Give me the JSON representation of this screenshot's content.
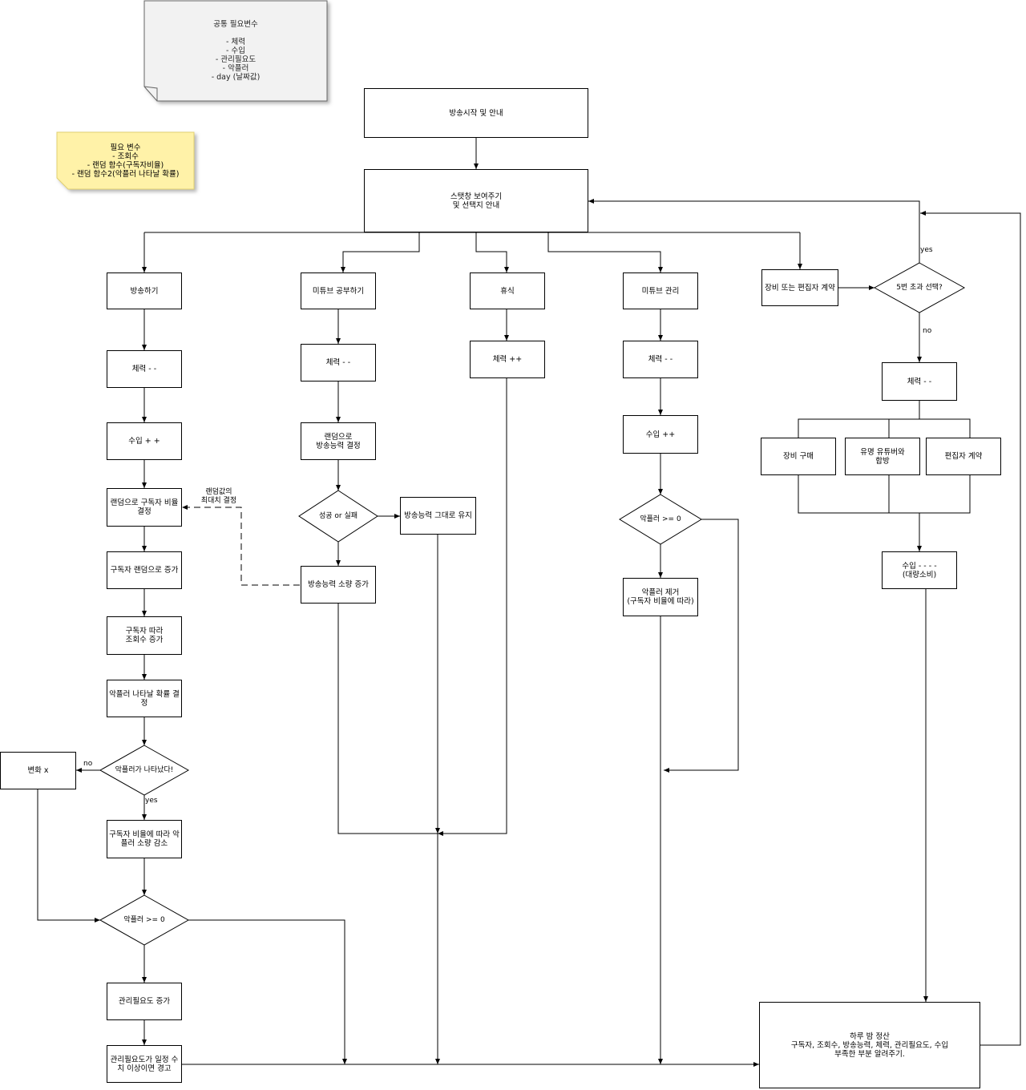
{
  "notes": {
    "common_vars": "공통 필요변수\n\n- 체력\n- 수입\n- 관리필요도\n- 악플러\n- day (날짜값)",
    "required_vars": "필요 변수\n- 조회수\n- 랜덤 함수(구독자비율)\n- 랜덤 함수2(악플러 나타날 확률)"
  },
  "nodes": {
    "start": "방송시작 및 안내",
    "status": "스탯창 보여주기\n및 선택지 안내",
    "broadcast": "방송하기",
    "b_stamina": "체력 - -",
    "b_income": "수입 + +",
    "b_ratio": "랜덤으로 구독자 비율\n결정",
    "b_subs": "구독자 랜덤으로 증가",
    "b_views": "구독자 따라\n조회수 증가",
    "b_hater_prob": "악플러 나타날 확률 결\n정",
    "no_change": "변화 x",
    "b_reduce": "구독자 비율에 따라 악\n플러 소량 감소",
    "b_manage_inc": "관리필요도 증가",
    "b_warn": "관리필요도가 일정 수\n치 이상이면 경고",
    "study": "미튜브 공부하기",
    "s_stamina": "체력 - -",
    "s_random": "랜덤으로\n방송능력 결정",
    "s_keep": "방송능력 그대로 유지",
    "s_increase": "방송능력 소량 증가",
    "rest": "휴식",
    "r_stamina": "체력 ++",
    "manage": "미튜브 관리",
    "m_stamina": "체력 - -",
    "m_income": "수입 ++",
    "m_remove": "악플러 제거\n(구독자 비율에 따라)",
    "contract": "장비 또는 편집자 계약",
    "c_stamina": "체력 - -",
    "c_equip": "장비 구매",
    "c_collab": "유명 유튜버와\n합방",
    "c_editor": "편집자 계약",
    "c_income": "수입 - - - -\n(대량소비)",
    "settle": "하루 밤 정산\n구독자, 조회수, 방송능력, 체력, 관리필요도, 수입\n부족한 부분 알려주기."
  },
  "decisions": {
    "hater_appear": "악플러가 나타났다!",
    "hater_ge0_left": "악플러 >= 0",
    "success_fail": "성공 or 실패",
    "hater_ge0_right": "악플러 >= 0",
    "over5": "5번 초과 선택?"
  },
  "edge_labels": {
    "no_hater": "no",
    "yes_hater": "yes",
    "yes_over5": "yes",
    "no_over5": "no",
    "max_random": "랜덤값의\n최대치 결정"
  }
}
